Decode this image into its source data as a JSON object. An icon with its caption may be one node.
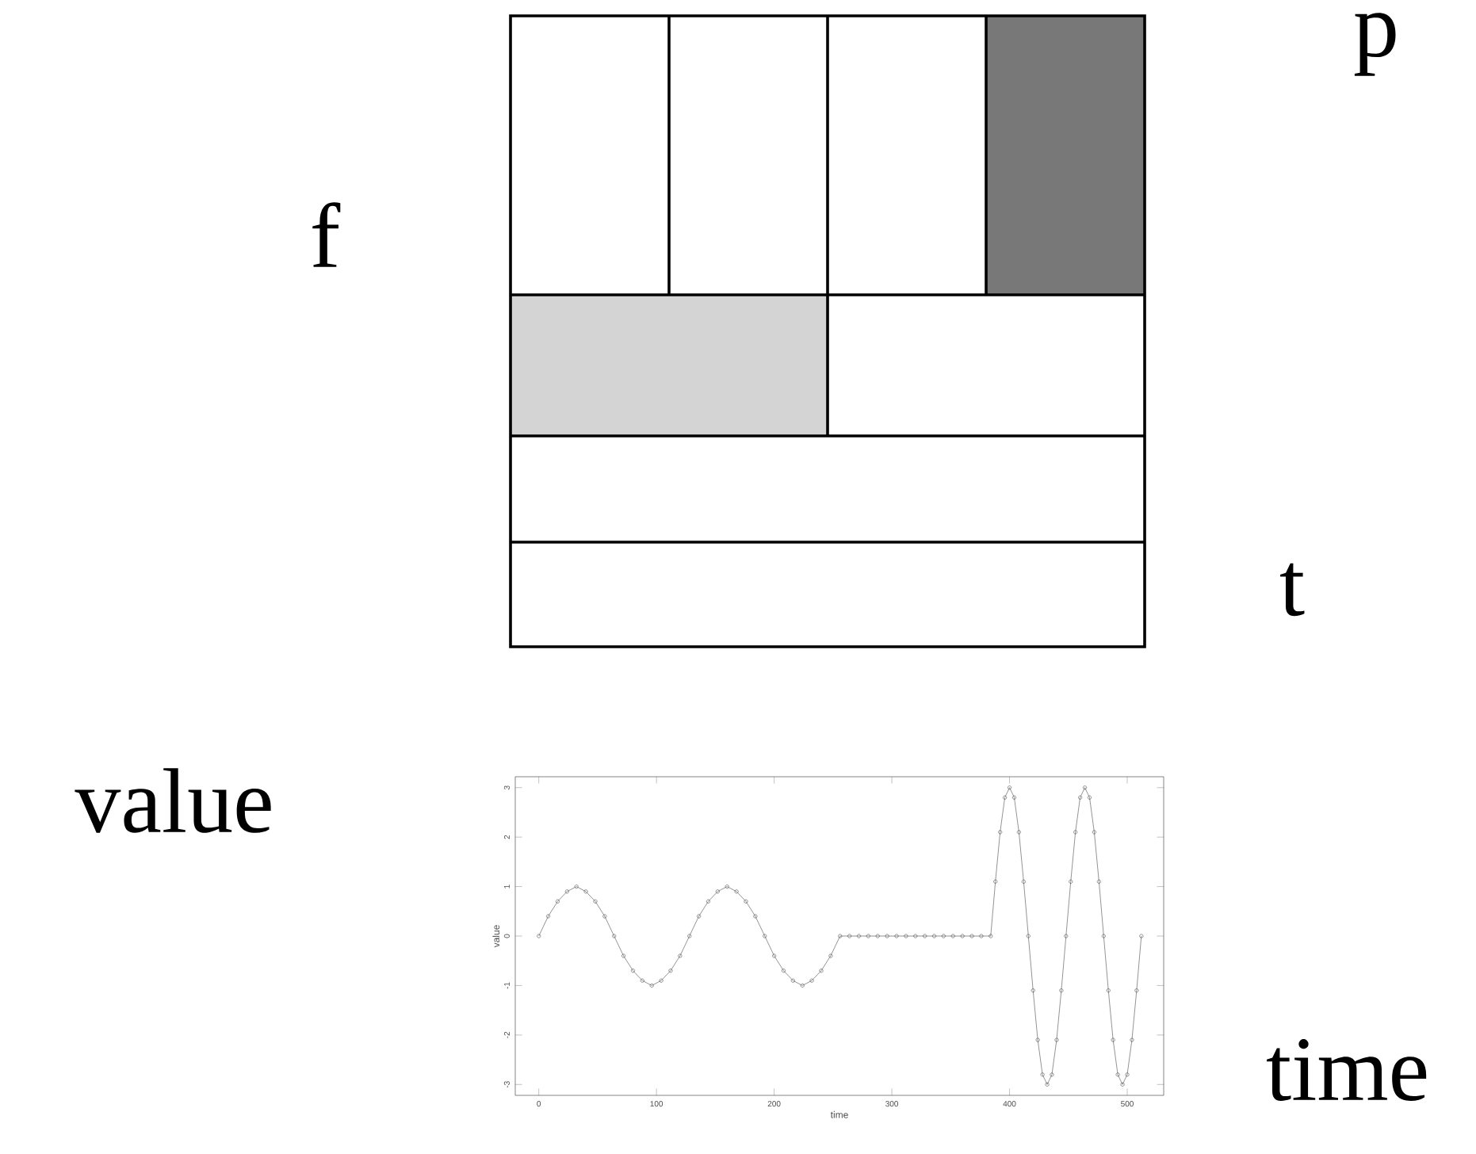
{
  "diagram": {
    "labels": [
      "p",
      "f",
      "t",
      "value",
      "time"
    ],
    "chart_data": {
      "type": "line",
      "xlabel": "time",
      "ylabel": "value",
      "x": [
        0,
        8,
        16,
        24,
        32,
        40,
        48,
        56,
        64,
        72,
        80,
        88,
        96,
        104,
        112,
        120,
        128,
        136,
        144,
        152,
        160,
        168,
        176,
        184,
        192,
        200,
        208,
        216,
        224,
        232,
        240,
        248,
        256,
        264,
        272,
        280,
        288,
        296,
        304,
        312,
        320,
        328,
        336,
        344,
        352,
        360,
        368,
        376,
        384,
        388,
        392,
        396,
        400,
        404,
        408,
        412,
        416,
        420,
        424,
        428,
        432,
        436,
        440,
        444,
        448,
        452,
        456,
        460,
        464,
        468,
        472,
        476,
        480,
        484,
        488,
        492,
        496,
        500,
        504,
        508,
        512
      ],
      "series": [
        {
          "marker": "circle",
          "values": [
            0,
            0.4,
            0.7,
            0.9,
            1,
            0.9,
            0.7,
            0.4,
            0,
            -0.4,
            -0.7,
            -0.9,
            -1,
            -0.9,
            -0.7,
            -0.4,
            0,
            0.4,
            0.7,
            0.9,
            1,
            0.9,
            0.7,
            0.4,
            0,
            -0.4,
            -0.7,
            -0.9,
            -1,
            -0.9,
            -0.7,
            -0.4,
            0,
            0,
            0,
            0,
            0,
            0,
            0,
            0,
            0,
            0,
            0,
            0,
            0,
            0,
            0,
            0,
            0,
            1.1,
            2.1,
            2.8,
            3,
            2.8,
            2.1,
            1.1,
            0,
            -1.1,
            -2.1,
            -2.8,
            -3,
            -2.8,
            -2.1,
            -1.1,
            0,
            1.1,
            2.1,
            2.8,
            3,
            2.8,
            2.1,
            1.1,
            0,
            -1.1,
            -2.1,
            -2.8,
            -3,
            -2.8,
            -2.1,
            -1.1,
            0
          ]
        }
      ],
      "xlim": [
        -20,
        531
      ],
      "ylim": [
        -3.22,
        3.22
      ],
      "xticks": [
        0,
        100,
        200,
        300,
        400,
        500
      ],
      "yticks": [
        -3,
        -2,
        -1,
        0,
        1,
        2,
        3
      ]
    }
  }
}
